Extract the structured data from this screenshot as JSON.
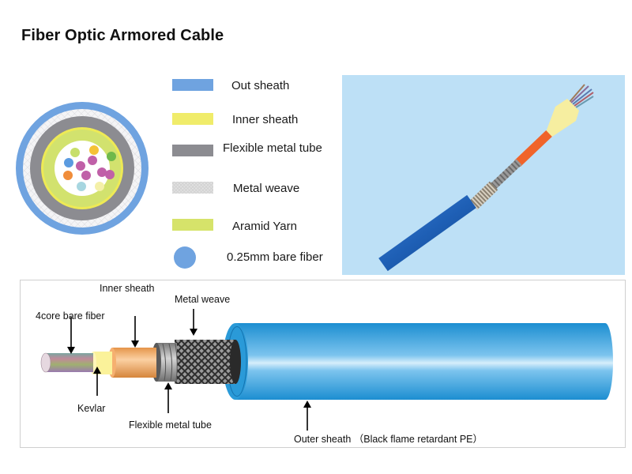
{
  "title": "Fiber Optic Armored Cable",
  "legend": {
    "items": [
      {
        "label": "Out sheath",
        "color": "#6fa3e0",
        "shape": "bar"
      },
      {
        "label": "Inner sheath",
        "color": "#f0ec6a",
        "shape": "bar"
      },
      {
        "label": "Flexible metal tube",
        "color": "#8c8c91",
        "shape": "bar"
      },
      {
        "label": "Metal weave",
        "color": "#e2e2e2",
        "shape": "hatched-bar"
      },
      {
        "label": "Aramid Yarn",
        "color": "#d6e36a",
        "shape": "bar"
      },
      {
        "label": "0.25mm bare fiber",
        "color": "#6fa3e0",
        "shape": "circle"
      }
    ]
  },
  "cross_section": {
    "colors": {
      "outer": "#6fa3e0",
      "weave": "#f2f2f4",
      "tube": "#8c8c91",
      "inner_ring": "#eeea55",
      "aramid": "#d2e26e",
      "core": "#ffffff"
    },
    "fiber_colors": [
      "#c7df6a",
      "#f5c236",
      "#6fb94b",
      "#5b9be0",
      "#c060a8",
      "#c060a8",
      "#c060a8",
      "#c060a8",
      "#c060a8",
      "#f08d3a",
      "#a7d6e0",
      "#f4f0a8"
    ]
  },
  "photo": {
    "background": "#bde0f6",
    "jacket_color": "#1e5fb5",
    "buffer_color": "#f0642a",
    "kevlar_color": "#f6eea0"
  },
  "diagram": {
    "labels": {
      "inner_sheath": "Inner sheath",
      "metal_weave": "Metal weave",
      "four_core": "4core bare fiber",
      "kevlar": "Kevlar",
      "flex_tube": "Flexible metal tube",
      "outer_sheath": "Outer sheath （Black flame retardant PE）"
    },
    "colors": {
      "outer": "#1f93d4",
      "inner_sheath": "#f3a65a",
      "kevlar": "#fbf29a",
      "tube": "#9a9a9a",
      "weave": "#3a3a3a"
    }
  }
}
